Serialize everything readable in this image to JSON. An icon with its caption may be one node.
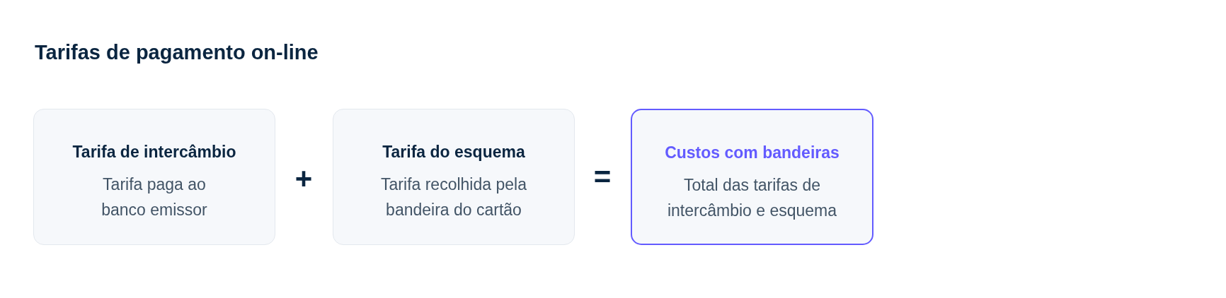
{
  "diagram": {
    "title": "Tarifas de pagamento on-line",
    "nodes": [
      {
        "text": [
          "Tarifa de intercâmbio",
          "Tarifa paga ao banco emissor"
        ]
      },
      {
        "text": [
          "Tarifa do esquema",
          "Tarifa recolhida pela bandeira do cartão"
        ]
      },
      {
        "text": [
          "Custos com bandeiras",
          "Total das tarifas de intercâmbio e esquema"
        ]
      }
    ],
    "labels": [
      "+",
      "="
    ]
  }
}
